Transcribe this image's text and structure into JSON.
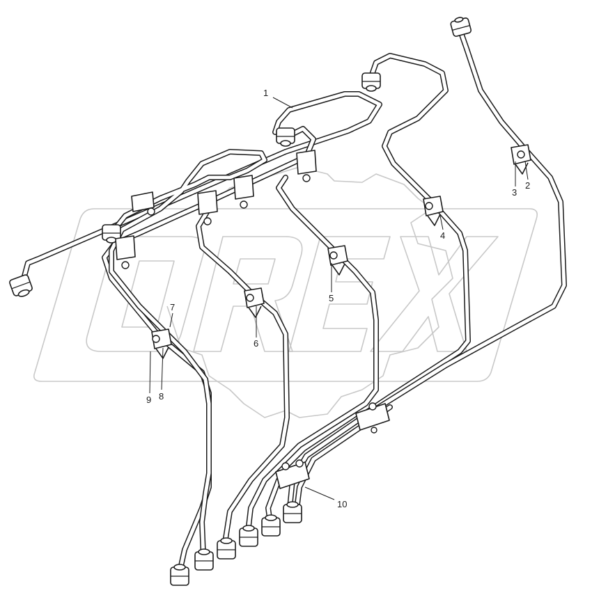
{
  "diagram": {
    "watermark_text": "OREX",
    "colors": {
      "line": "#1a1a1a",
      "watermark": "#c8c8c8",
      "background": "#ffffff"
    },
    "callouts": [
      {
        "id": "c1",
        "label": "1"
      },
      {
        "id": "c2",
        "label": "2"
      },
      {
        "id": "c3",
        "label": "3"
      },
      {
        "id": "c4",
        "label": "4"
      },
      {
        "id": "c5",
        "label": "5"
      },
      {
        "id": "c6",
        "label": "6"
      },
      {
        "id": "c7",
        "label": "7"
      },
      {
        "id": "c8",
        "label": "8"
      },
      {
        "id": "c9",
        "label": "9"
      },
      {
        "id": "c10",
        "label": "10"
      }
    ]
  }
}
